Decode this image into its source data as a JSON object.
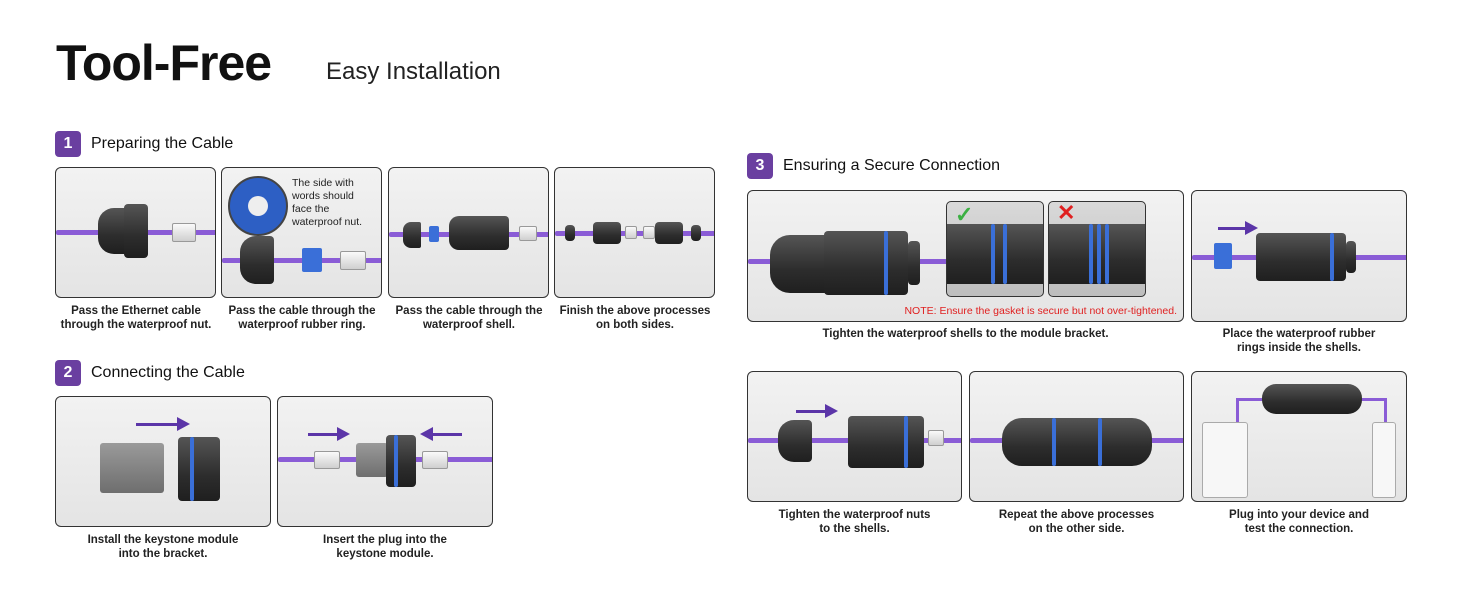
{
  "header": {
    "title": "Tool-Free",
    "subtitle": "Easy Installation"
  },
  "sections": [
    {
      "number": "1",
      "title": "Preparing the Cable",
      "steps": [
        {
          "caption": [
            "Pass the Ethernet cable",
            "through the waterproof nut."
          ]
        },
        {
          "caption": [
            "Pass the cable through the",
            "waterproof rubber ring."
          ],
          "callout": [
            "The side with",
            "words should",
            "face the",
            "waterproof nut."
          ]
        },
        {
          "caption": [
            "Pass the cable through the",
            "waterproof shell."
          ]
        },
        {
          "caption": [
            "Finish the above processes",
            "on both sides."
          ]
        }
      ]
    },
    {
      "number": "2",
      "title": "Connecting the Cable",
      "steps": [
        {
          "caption": [
            "Install the keystone module",
            "into the bracket."
          ]
        },
        {
          "caption": [
            "Insert the plug into the",
            "keystone module."
          ]
        }
      ]
    },
    {
      "number": "3",
      "title": "Ensuring a Secure Connection",
      "steps": [
        {
          "caption": [
            "Tighten the waterproof shells to the module bracket."
          ],
          "note": "NOTE: Ensure the gasket is secure but not over-tightened."
        },
        {
          "caption": [
            "Place the waterproof rubber",
            "rings inside the shells."
          ]
        },
        {
          "caption": [
            "Tighten the waterproof nuts",
            "to the shells."
          ]
        },
        {
          "caption": [
            "Repeat the above processes",
            "on the other side."
          ]
        },
        {
          "caption": [
            "Plug into your device and",
            "test the connection."
          ]
        }
      ]
    }
  ],
  "icons": {
    "correct": "check-icon",
    "incorrect": "cross-icon"
  },
  "colors": {
    "accent": "#6a3fa0",
    "cable": "#8a5cd6",
    "gasket": "#3a6fd8",
    "note": "#e02020",
    "check": "#3cb043"
  }
}
